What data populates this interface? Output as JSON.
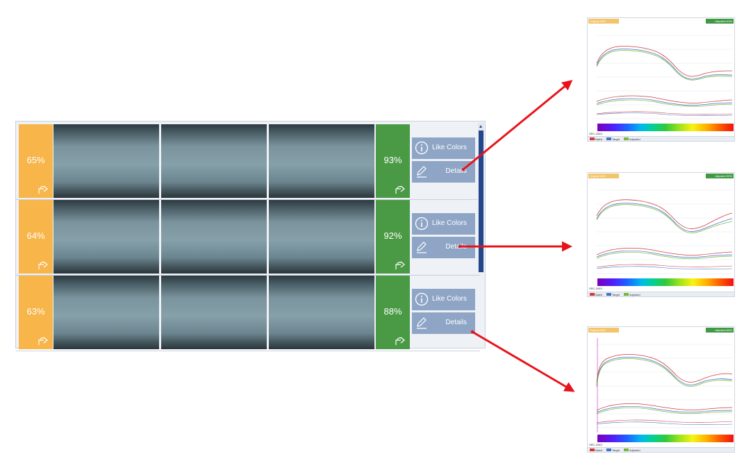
{
  "rows": [
    {
      "left_score": "65%",
      "right_score": "93%",
      "like_colors_label": "Like Colors",
      "details_label": "Details"
    },
    {
      "left_score": "64%",
      "right_score": "92%",
      "like_colors_label": "Like Colors",
      "details_label": "Details"
    },
    {
      "left_score": "63%",
      "right_score": "88%",
      "like_colors_label": "Like Colors",
      "details_label": "Details"
    }
  ],
  "icons": {
    "share": "share-icon",
    "info": "info-icon",
    "edit": "pencil-icon",
    "scroll_up": "chevron-up-icon"
  },
  "colors": {
    "left_score": "#f7b54a",
    "right_score": "#4a9a45",
    "button": "#8ea5c6",
    "arrow": "#e8131a",
    "series_red": "#d23a3a",
    "series_blue": "#3f74c8",
    "series_green": "#78b63a"
  },
  "charts": [
    {
      "header_left": "Original 65%",
      "header_right": "Adjusted 93%",
      "lot": "SRC-2063",
      "legend": [
        "Batch",
        "Target",
        "Adjusted"
      ]
    },
    {
      "header_left": "Original 64%",
      "header_right": "Adjusted 92%",
      "lot": "SRC-2063",
      "legend": [
        "Batch",
        "Target",
        "Adjusted"
      ]
    },
    {
      "header_left": "Original 63%",
      "header_right": "Adjusted 88%",
      "lot": "SRC-2063",
      "legend": [
        "Batch",
        "Target",
        "Adjusted"
      ]
    }
  ]
}
